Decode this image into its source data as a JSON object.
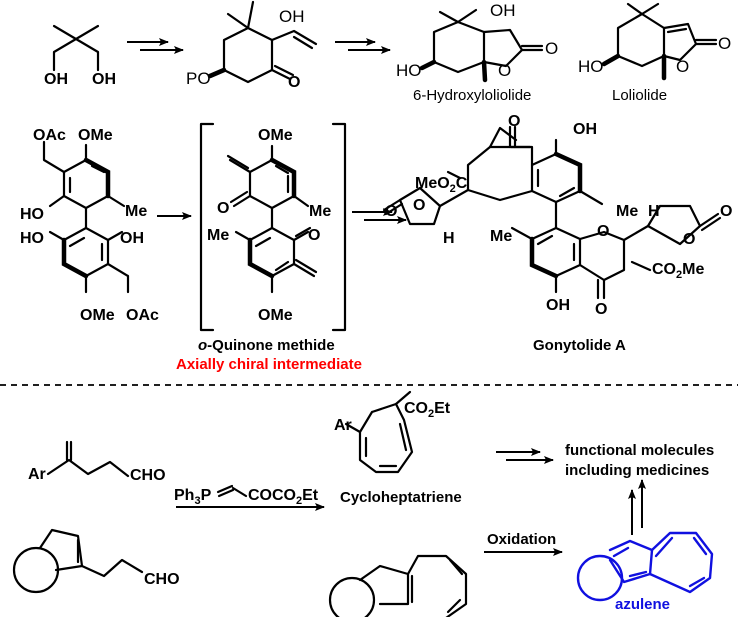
{
  "colors": {
    "ink": "#000000",
    "highlight_red": "#ff0000",
    "azulene_blue": "#1010e0",
    "background": "#ffffff"
  },
  "top_scheme": {
    "starting_material": {
      "groups": [
        "OH",
        "OH"
      ]
    },
    "intermediate": {
      "groups": [
        "OH",
        "PO",
        "O"
      ]
    },
    "product_1": {
      "name": "6-Hydroxyloliolide",
      "groups": [
        "OH",
        "HO",
        "O",
        "O"
      ]
    },
    "product_2": {
      "name": "Loliolide",
      "groups": [
        "HO",
        "O",
        "O"
      ]
    }
  },
  "middle_scheme": {
    "biaryl_precursor": {
      "groups": [
        "OAc",
        "OMe",
        "HO",
        "Me",
        "HO",
        "OH",
        "OMe",
        "OAc"
      ]
    },
    "quinone_methide": {
      "name_prefix": "o",
      "name_suffix": "-Quinone methide",
      "highlight": "Axially chiral intermediate",
      "groups": [
        "OMe",
        "O",
        "Me",
        "Me",
        "O",
        "OMe"
      ]
    },
    "product": {
      "name": "Gonytolide A",
      "groups": [
        "O",
        "OH",
        "MeO",
        "2",
        "C",
        "O",
        "O",
        "H",
        "Me",
        "H",
        "O",
        "O",
        "Me",
        "O",
        "CO",
        "2",
        "Me",
        "OH",
        "O"
      ]
    }
  },
  "bottom_scheme": {
    "substrate_1": {
      "groups": [
        "Ar",
        "CHO"
      ]
    },
    "substrate_2": {
      "groups": [
        "CHO"
      ]
    },
    "reagent": {
      "ph": "Ph",
      "ph_sub": "3",
      "p": "P",
      "ester": "COCO",
      "ester_sub": "2",
      "et": "Et"
    },
    "product_1": {
      "name": "Cycloheptatriene",
      "groups": [
        "Ar"
      ],
      "ester": "CO",
      "ester_sub": "2",
      "et": "Et"
    },
    "oxidation_label": "Oxidation",
    "product_2": {
      "name": "azulene"
    },
    "target": {
      "line1": "functional molecules",
      "line2": "including medicines"
    }
  }
}
